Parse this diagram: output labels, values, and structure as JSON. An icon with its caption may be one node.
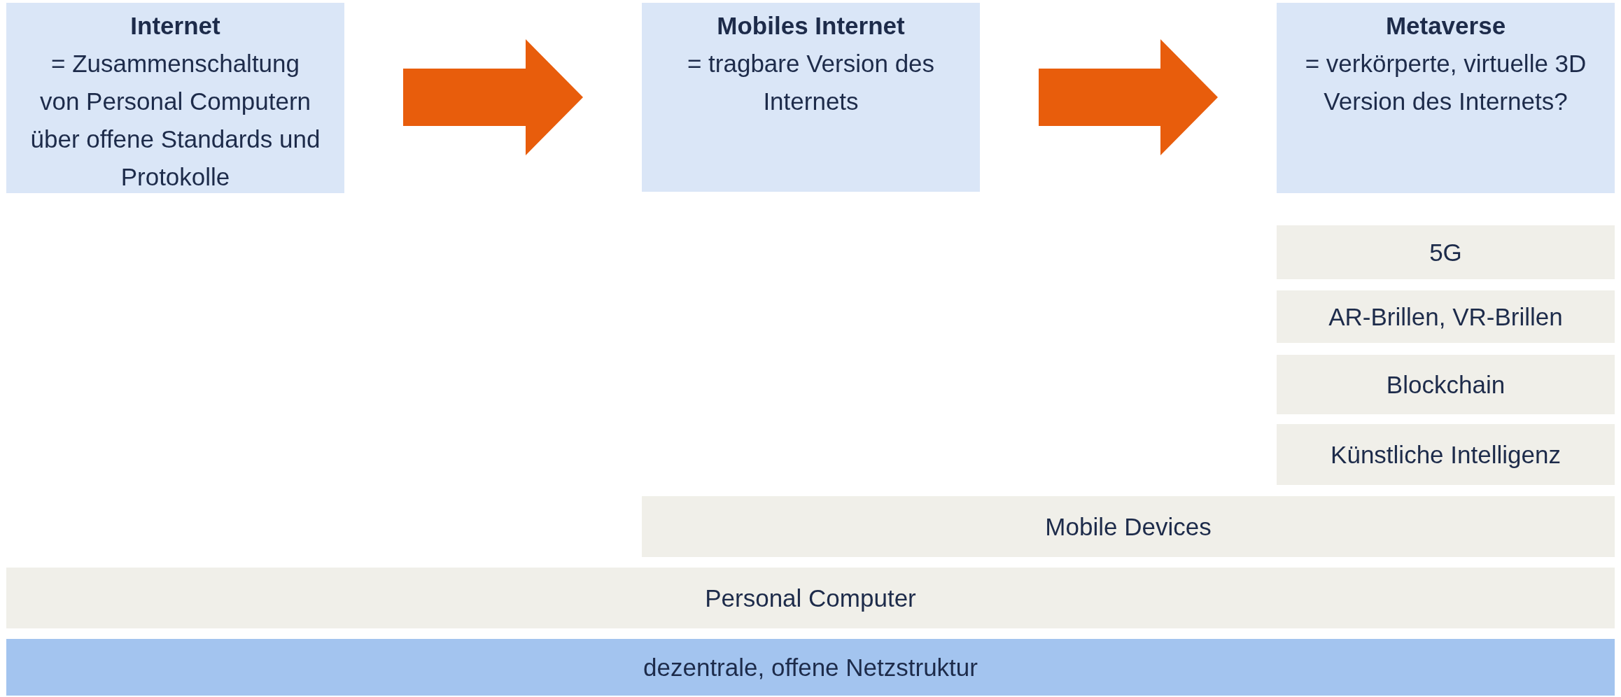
{
  "diagram": {
    "nodes": [
      {
        "text": [
          "Internet",
          "= Zusammenschaltung von Personal Computern über offene Standards und Protokolle"
        ]
      },
      {
        "text": [
          "Mobiles Internet",
          "= tragbare Version des Internets"
        ]
      },
      {
        "text": [
          "Metaverse",
          "= verkörperte, virtuelle 3D Version des Internets?"
        ]
      },
      {
        "text": [
          "5G"
        ]
      },
      {
        "text": [
          "AR-Brillen, VR-Brillen"
        ]
      },
      {
        "text": [
          "Blockchain"
        ]
      },
      {
        "text": [
          "Künstliche Intelligenz"
        ]
      },
      {
        "text": [
          "Mobile Devices"
        ]
      },
      {
        "text": [
          "Personal Computer"
        ]
      },
      {
        "text": [
          "dezentrale, offene Netzstruktur"
        ]
      }
    ],
    "edges": [
      {
        "from": 0,
        "to": 1,
        "arrow": "to"
      },
      {
        "from": 1,
        "to": 2,
        "arrow": "to"
      }
    ]
  }
}
